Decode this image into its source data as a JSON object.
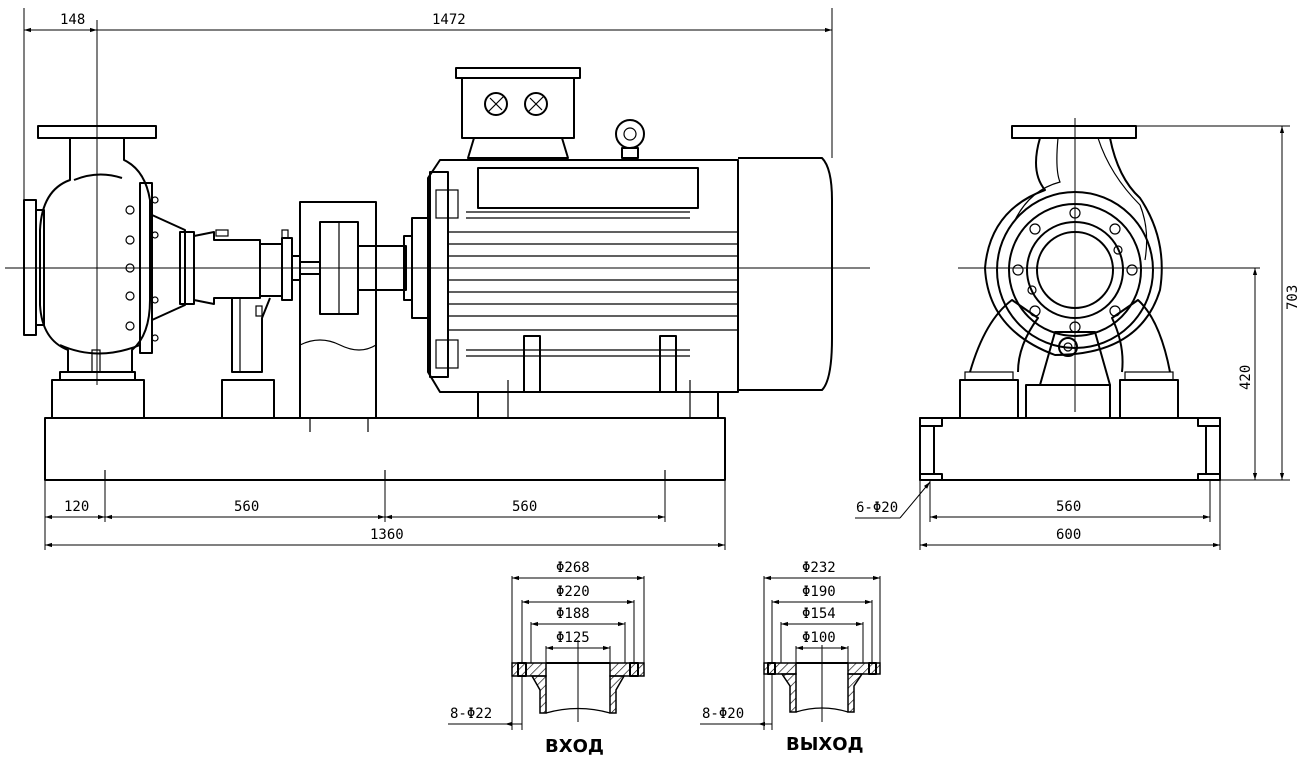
{
  "drawing": {
    "dimensions": {
      "front_offset": "148",
      "overall_length": "1472",
      "base_left": "120",
      "base_span_1": "560",
      "base_span_2": "560",
      "base_length": "1360",
      "side_height": "703",
      "side_axis_height": "420",
      "side_bolt_holes": "6-Φ20",
      "side_base_span": "560",
      "side_base_width": "600"
    },
    "inlet": {
      "caption": "ВХОД",
      "d1": "Φ268",
      "d2": "Φ220",
      "d3": "Φ188",
      "d4": "Φ125",
      "holes": "8-Φ22"
    },
    "outlet": {
      "caption": "ВЫХОД",
      "d1": "Φ232",
      "d2": "Φ190",
      "d3": "Φ154",
      "d4": "Φ100",
      "holes": "8-Φ20"
    }
  }
}
